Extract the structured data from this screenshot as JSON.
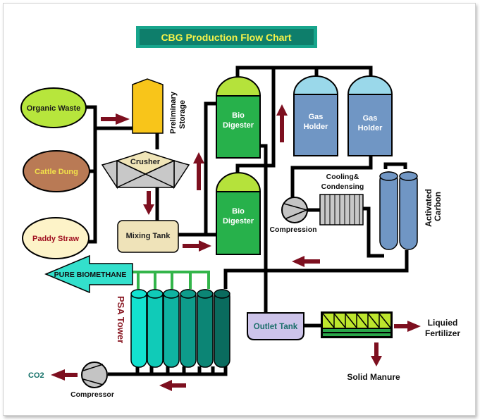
{
  "title": "CBG Production Flow Chart",
  "colors": {
    "title_bg": "#0e7e6b",
    "title_border": "#17a58c",
    "title_text": "#f7f34a",
    "pipe": "#000000",
    "arrow": "#7d0f1f",
    "organic_waste": "#b7e63c",
    "cattle_dung": "#b97a55",
    "paddy_straw": "#fdf3c8",
    "storage": "#f8c51a",
    "crusher": "#c8c8c8",
    "crusher_top": "#f0e5b8",
    "mixing_tank": "#efe3b9",
    "digester_body": "#27b14b",
    "digester_dome": "#b5e23b",
    "gas_holder_body": "#7096c4",
    "gas_holder_dome": "#9ad8ea",
    "carbon": "#7096c4",
    "compressor": "#c4c4c4",
    "psa_pipe": "#33b54a",
    "biomethane_arrow": "#33e0cc",
    "outlet_tank": "#cdc4ea",
    "separator": "#bde62d",
    "separator_stripe": "#2aa64a",
    "psa_red": "#8a1a25",
    "co2": "#106e66"
  },
  "feedstocks": [
    {
      "label": "Organic Waste",
      "text_color": "#1a1a1a"
    },
    {
      "label": "Cattle Dung",
      "text_color": "#f2e24a"
    },
    {
      "label": "Paddy Straw",
      "text_color": "#a01020"
    }
  ],
  "units": {
    "preliminary_storage": "Preliminary Storage",
    "preliminary_storage_line1": "Preliminary",
    "preliminary_storage_line2": "Storage",
    "crusher": "Crusher",
    "mixing_tank": "Mixing Tank",
    "bio_digester_1": {
      "line1": "Bio",
      "line2": "Digester"
    },
    "bio_digester_2": {
      "line1": "Bio",
      "line2": "Digester"
    },
    "gas_holder_1": {
      "line1": "Gas",
      "line2": "Holder"
    },
    "gas_holder_2": {
      "line1": "Gas",
      "line2": "Holder"
    },
    "cooling": {
      "line1": "Cooling&",
      "line2": "Condensing"
    },
    "compression": "Compression",
    "activated_carbon": {
      "line1": "Activated",
      "line2": "Carbon"
    },
    "psa_tower": "PSA Tower",
    "pure_biomethane": "PURE BIOMETHANE",
    "compressor": "Compressor",
    "co2": "CO2",
    "outlet_tank": "Outlet Tank",
    "liquid_fertilizer": {
      "line1": "Liquied",
      "line2": "Fertilizer"
    },
    "solid_manure": "Solid Manure"
  }
}
